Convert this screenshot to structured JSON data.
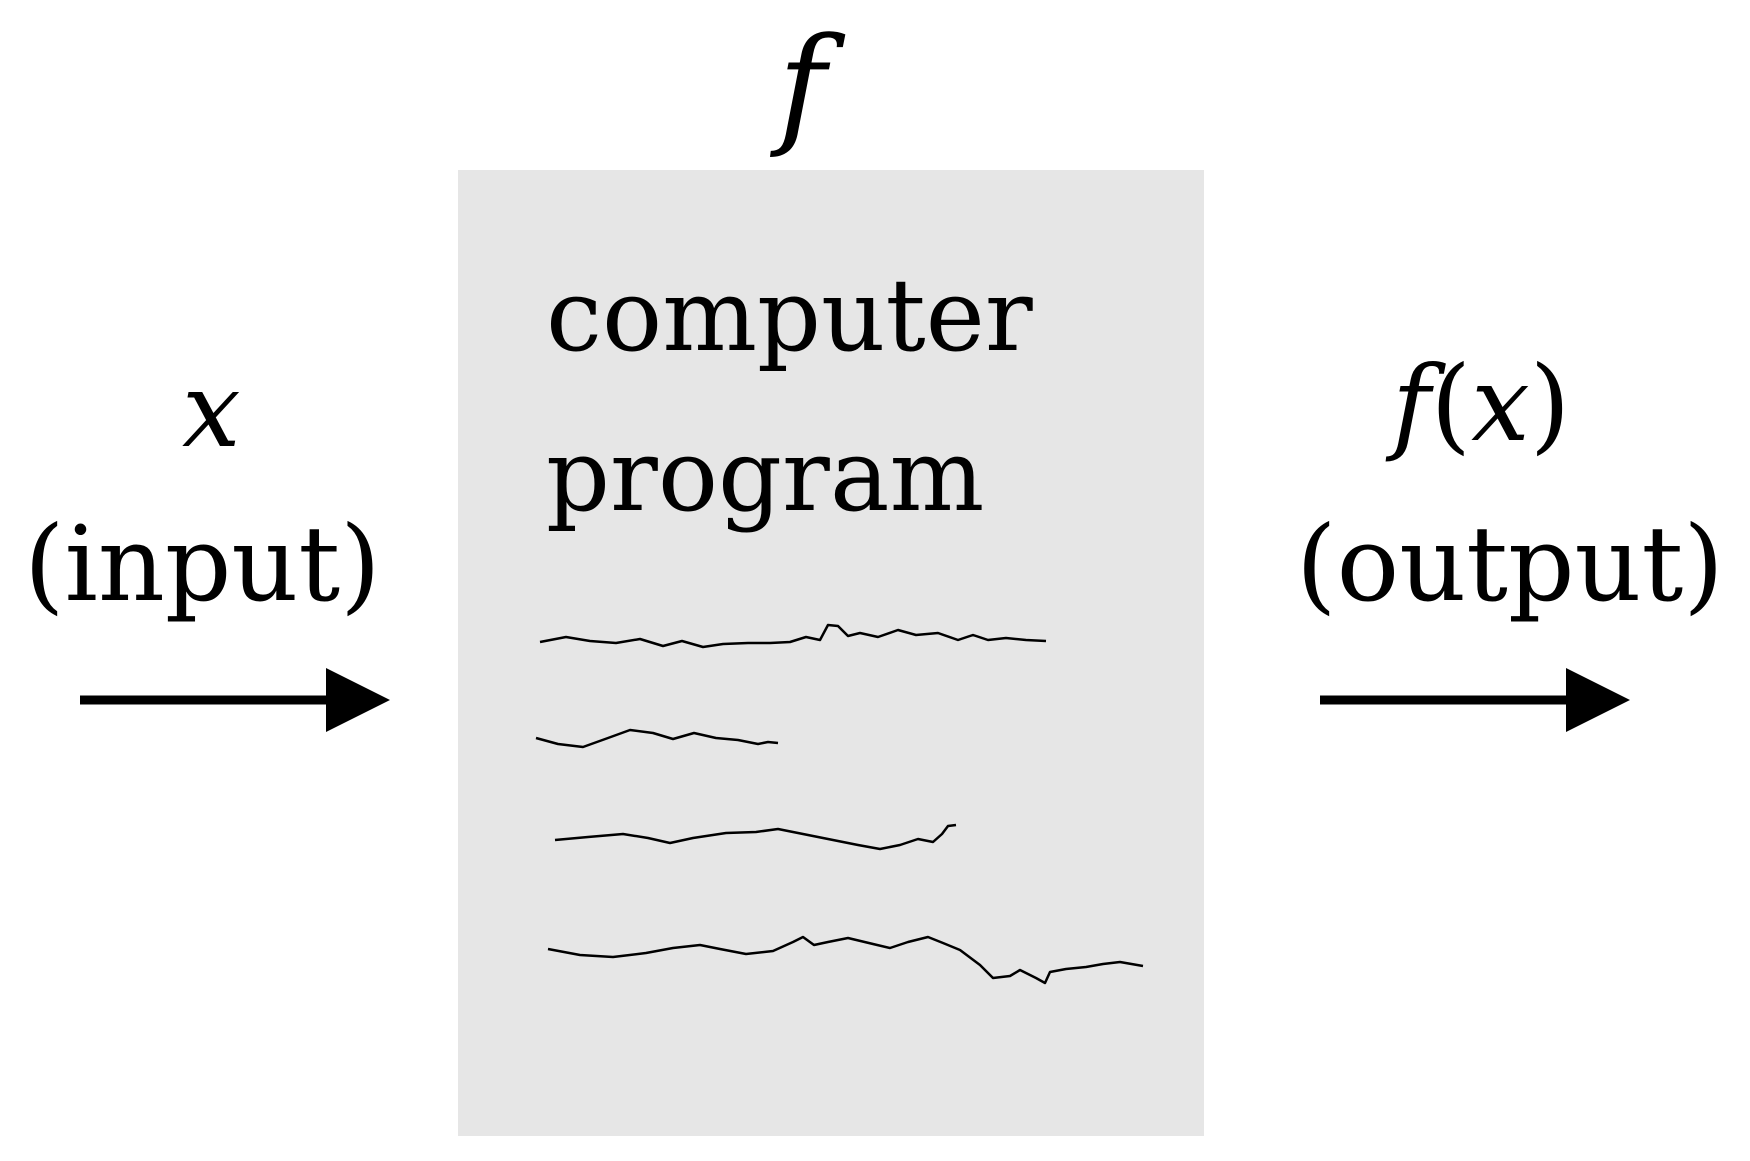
{
  "diagram": {
    "function_label": "f",
    "input": {
      "variable": "x",
      "caption": "(input)"
    },
    "output": {
      "function": "f",
      "open_paren": "(",
      "variable": "x",
      "close_paren": ")",
      "caption": "(output)"
    },
    "program": {
      "title_line1": "computer",
      "title_line2": "program",
      "box_color": "#e6e6e6"
    },
    "colors": {
      "ink": "#000000",
      "background": "#ffffff"
    }
  }
}
